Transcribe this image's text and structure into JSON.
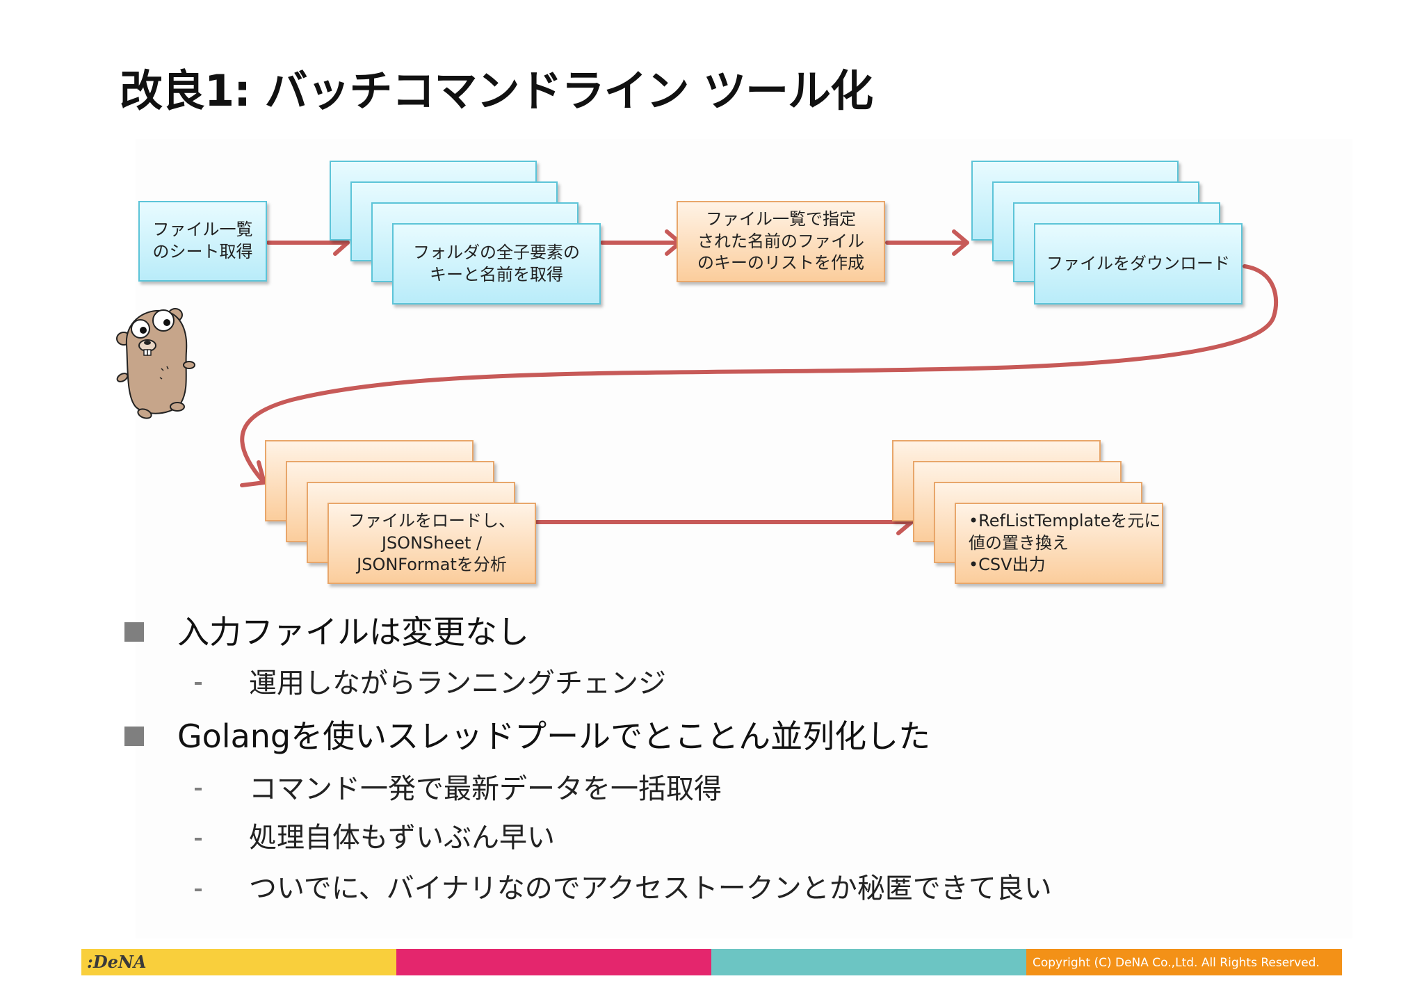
{
  "slide": {
    "title": "改良1: バッチコマンドライン ツール化"
  },
  "flow": {
    "step1": {
      "lines": [
        "ファイル一覧",
        "のシート取得"
      ]
    },
    "step2": {
      "lines": [
        "フォルダの全子要素の",
        "キーと名前を取得"
      ]
    },
    "step3": {
      "lines": [
        "ファイル一覧で指定",
        "された名前のファイル",
        "のキーのリストを作成"
      ]
    },
    "step4": {
      "lines": [
        "ファイルをダウンロード"
      ]
    },
    "step5": {
      "lines": [
        "ファイルをロードし、",
        "JSONSheet /",
        "JSONFormatを分析"
      ]
    },
    "step6": {
      "lines": [
        "•RefListTemplateを元に",
        "値の置き換え",
        "•CSV出力"
      ]
    }
  },
  "bullets": [
    {
      "text": "入力ファイルは変更なし",
      "sub": [
        "運用しながらランニングチェンジ"
      ]
    },
    {
      "text": "Golangを使いスレッドプールでとことん並列化した",
      "sub": [
        "コマンド一発で最新データを一括取得",
        "処理自体もずいぶん早い",
        "ついでに、バイナリなのでアクセストークンとか秘匿できて良い"
      ]
    }
  ],
  "footer": {
    "logo": ":DeNA",
    "copyright": "Copyright (C) DeNA Co.,Ltd. All Rights Reserved.",
    "colors": [
      "#f9cf3c",
      "#e4266d",
      "#6cc5c3",
      "#f39117"
    ]
  },
  "colors": {
    "arrow": "#c75a58",
    "blue_border": "#5cc4d8",
    "orange_border": "#e8a66a"
  },
  "icons": {
    "gopher": "go-gopher-mascot"
  }
}
